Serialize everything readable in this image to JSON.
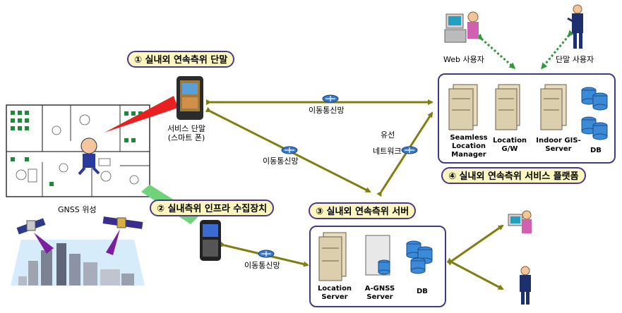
{
  "titles": {
    "terminal": "① 실내외 연속측위 단말",
    "infra": "② 실내측위 인프라 수집장치",
    "server": "③ 실내외 연속측위 서버",
    "platform": "④ 실내외 연속측위 서비스 플랫폼"
  },
  "labels": {
    "web_user": "Web 사용자",
    "terminal_user": "단말 사용자",
    "service_terminal_1": "서비스 단말",
    "service_terminal_2": "(스마트 폰)",
    "mobile_net_top": "이동통신망",
    "mobile_net_mid": "이동통신망",
    "mobile_net_bottom": "이동통신망",
    "wired_1": "유선",
    "wired_2": "네트워크",
    "gnss": "GNSS 위성"
  },
  "platform_items": {
    "seamless": [
      "Seamless",
      "Location",
      "Manager"
    ],
    "location_gw": [
      "Location",
      "G/W"
    ],
    "indoor_gis": [
      "Indoor GIS-",
      "Server"
    ],
    "db": "DB"
  },
  "server_items": {
    "location_server": [
      "Location",
      "Server"
    ],
    "agnss": [
      "A-GNSS",
      "Server"
    ],
    "db": "DB"
  },
  "colors": {
    "arrow_olive": "#7f7f0f",
    "arrow_green_dotted": "#2e9a3a",
    "panel_border": "#3f3b86",
    "title_fill": "#fdf7bf",
    "signal_red": "#e82020",
    "signal_green": "#6fd37a",
    "beam_purple": "#7b1fa2"
  }
}
